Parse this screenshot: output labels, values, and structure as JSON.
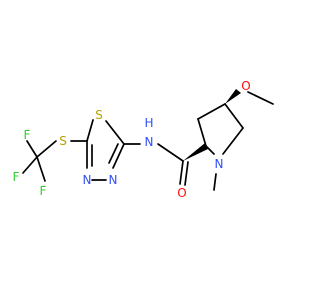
{
  "molecule": {
    "atoms": {
      "fluorine_top": "F",
      "fluorine_left": "F",
      "fluorine_bottom": "F",
      "sulfur_thioether": "S",
      "sulfur_ring": "S",
      "nitrogen_ring_1": "N",
      "nitrogen_ring_2": "N",
      "amide_nh": "N",
      "amide_h": "H",
      "carbonyl_oxygen": "O",
      "methoxy_oxygen": "O",
      "pyrrolidine_nitrogen": "N"
    },
    "colors": {
      "carbon_bond": "#000000",
      "sulfur": "#b8a000",
      "nitrogen": "#3050f8",
      "oxygen": "#ff0d0d",
      "fluorine": "#33cc33"
    }
  }
}
